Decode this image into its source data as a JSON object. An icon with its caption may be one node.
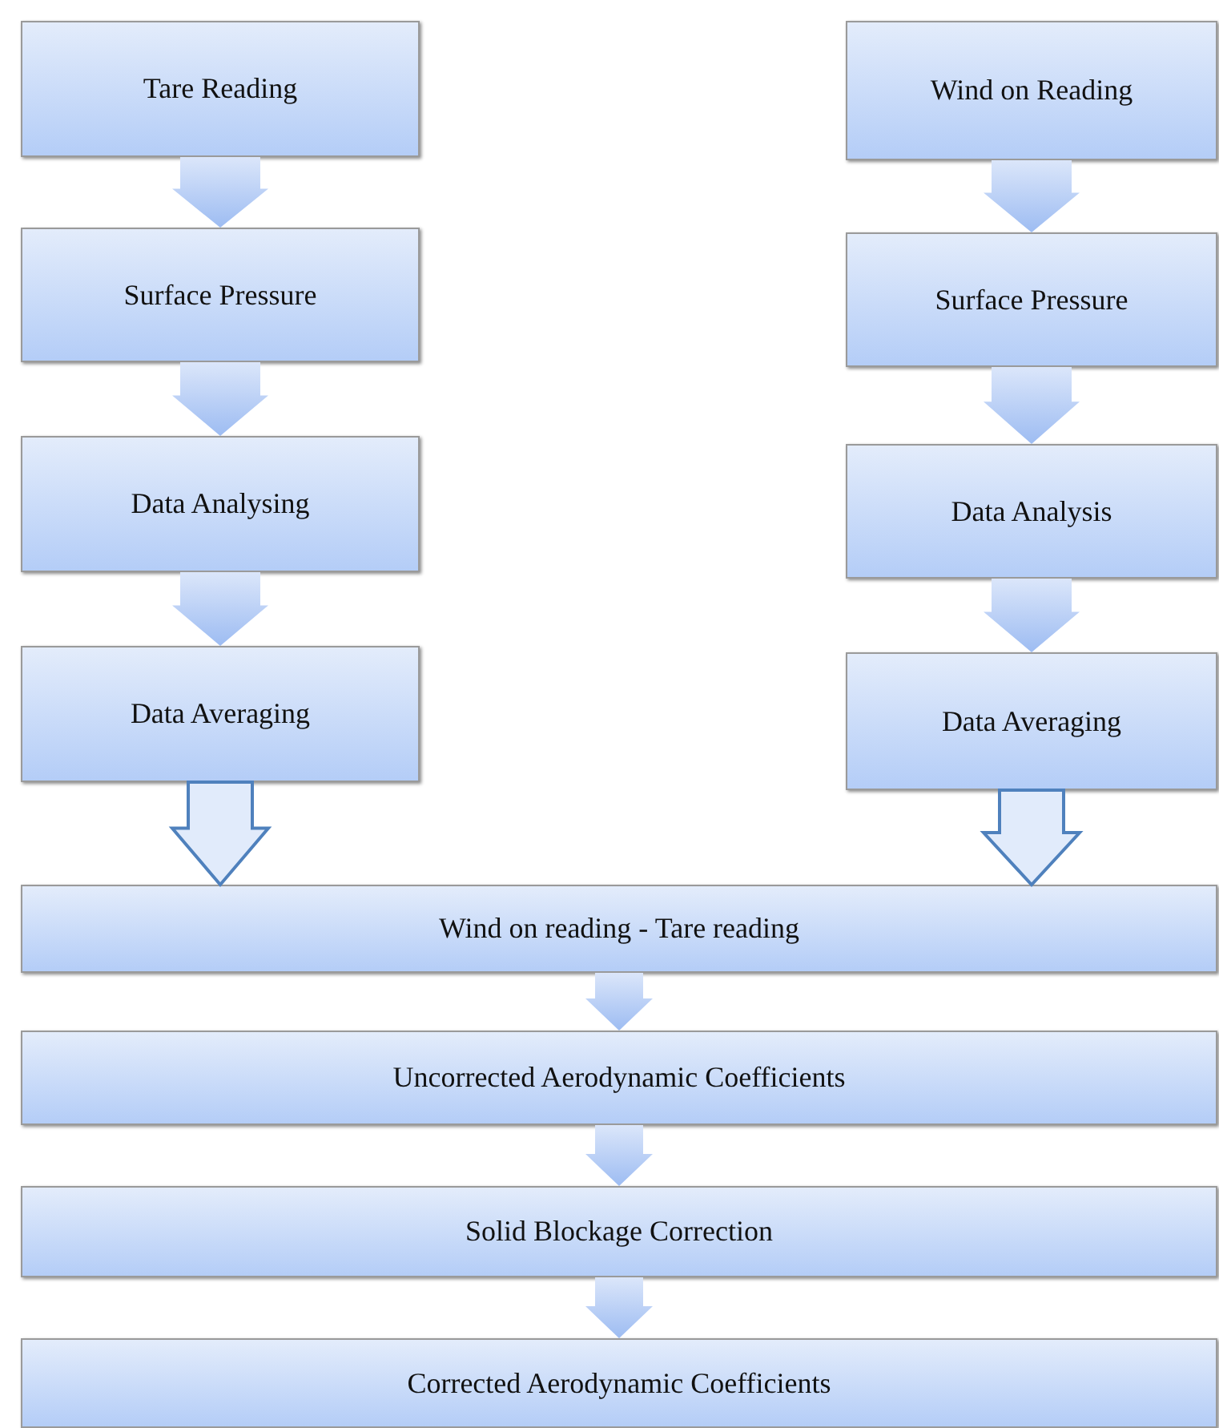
{
  "diagram": {
    "nodes": [
      {
        "text": [
          "Tare Reading"
        ]
      },
      {
        "text": [
          "Surface Pressure"
        ]
      },
      {
        "text": [
          "Data Analysing"
        ]
      },
      {
        "text": [
          "Data Averaging"
        ]
      },
      {
        "text": [
          "Wind on Reading"
        ]
      },
      {
        "text": [
          "Surface Pressure"
        ]
      },
      {
        "text": [
          "Data Analysis"
        ]
      },
      {
        "text": [
          "Data Averaging"
        ]
      },
      {
        "text": [
          "Wind on reading - Tare reading"
        ]
      },
      {
        "text": [
          "Uncorrected Aerodynamic Coefficients"
        ]
      },
      {
        "text": [
          "Solid Blockage Correction"
        ]
      },
      {
        "text": [
          "Corrected Aerodynamic Coefficients"
        ]
      }
    ],
    "edges": [
      {
        "from": 0,
        "to": 1,
        "arrow": "to"
      },
      {
        "from": 1,
        "to": 2,
        "arrow": "to"
      },
      {
        "from": 2,
        "to": 3,
        "arrow": "to"
      },
      {
        "from": 4,
        "to": 5,
        "arrow": "to"
      },
      {
        "from": 5,
        "to": 6,
        "arrow": "to"
      },
      {
        "from": 6,
        "to": 7,
        "arrow": "to"
      },
      {
        "from": 3,
        "to": 8,
        "arrow": "to",
        "color": "#4f81bd"
      },
      {
        "from": 7,
        "to": 8,
        "arrow": "to",
        "color": "#4f81bd"
      },
      {
        "from": 8,
        "to": 9,
        "arrow": "to"
      },
      {
        "from": 9,
        "to": 10,
        "arrow": "to"
      },
      {
        "from": 10,
        "to": 11,
        "arrow": "to"
      }
    ]
  }
}
